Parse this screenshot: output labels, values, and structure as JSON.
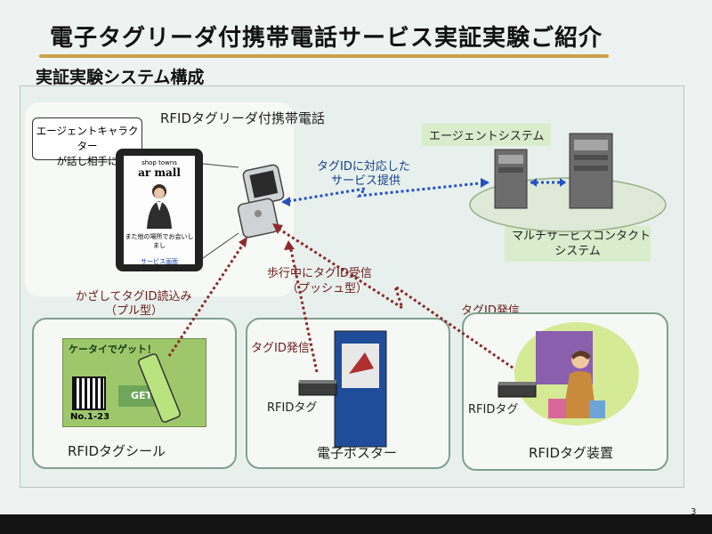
{
  "title": "電子タグリーダ付携帯電話サービス実証実験ご紹介",
  "subtitle": "実証実験システム構成",
  "phone_label": "RFIDタグリーダ付携帯電話",
  "agent_bubble_line1": "エージェントキャラクター",
  "agent_bubble_line2": "が話し相手に",
  "tablet": {
    "header": "shop towns",
    "mall": "ar mall",
    "message": "また他の場所でお会いしまし",
    "link": "サービス画面"
  },
  "agent_system_label": "エージェントシステム",
  "service_link_label_1": "タグIDに対応した",
  "service_link_label_2": "サービス提供",
  "multi_service_line1": "マルチサービスコンタクト",
  "multi_service_line2": "システム",
  "walking_label_1": "歩行中にタグID受信",
  "walking_label_2": "（プッシュ型）",
  "pull_label_1": "かざしてタグID読込み",
  "pull_label_2": "（プル型）",
  "tag_send_1": "タグID発信",
  "tag_send_2": "タグID発信",
  "seal": {
    "card_title": "ケータイでゲット！",
    "number": "No.1-23",
    "arrow_text": "GET",
    "label": "RFIDタグシール"
  },
  "poster": {
    "tag": "RFIDタグ",
    "label": "電子ポスター"
  },
  "device": {
    "tag": "RFIDタグ",
    "label": "RFIDタグ装置"
  },
  "page_number": "3",
  "colors": {
    "accent": "#c8a24a",
    "red_dots": "#8c2a2a",
    "blue_dots": "#2451c2"
  }
}
